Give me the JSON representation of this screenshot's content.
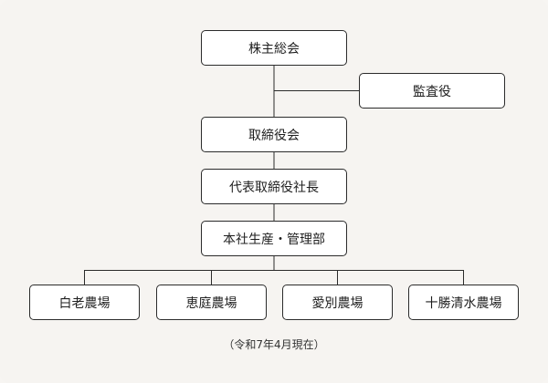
{
  "org_chart": {
    "shareholders": "株主総会",
    "auditor": "監査役",
    "board": "取締役会",
    "ceo": "代表取締役社長",
    "hq": "本社生産・管理部",
    "farms": [
      "白老農場",
      "恵庭農場",
      "愛別農場",
      "十勝清水農場"
    ],
    "as_of_note": "（令和7年4月現在）"
  },
  "colors": {
    "background": "#f6f4f1",
    "box_fill": "#ffffff",
    "box_border": "#2b2b2b",
    "line": "#2b2b2b"
  }
}
